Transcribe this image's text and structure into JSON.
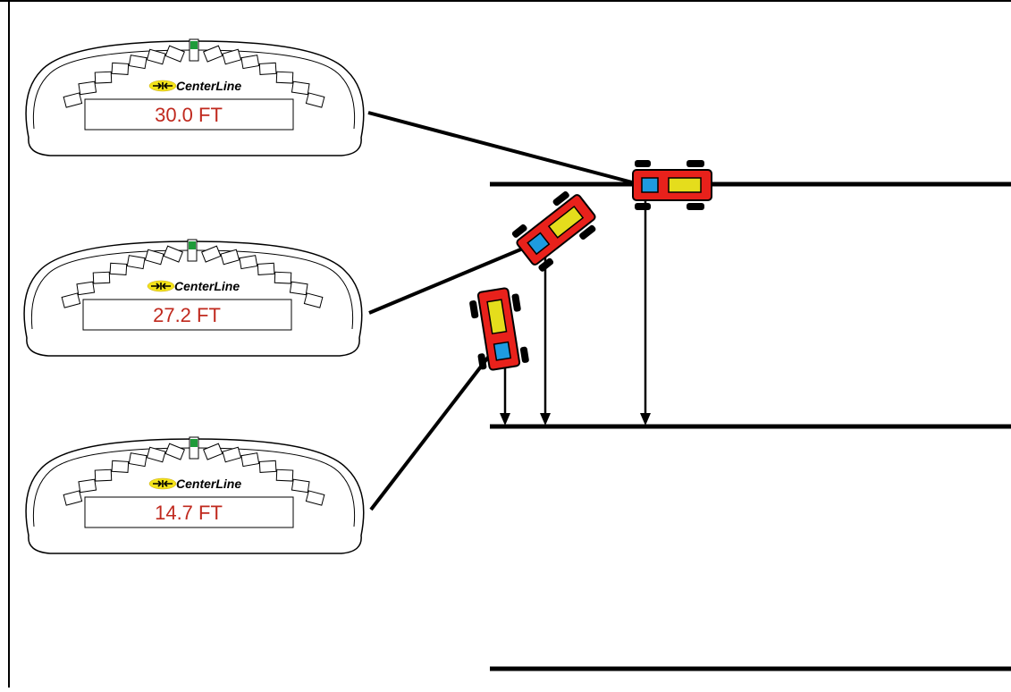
{
  "colors": {
    "line": "#000000",
    "tractor_body": "#e8211b",
    "tractor_rear_window": "#1e9be0",
    "tractor_front_window": "#e5dd1c",
    "readout_text": "#c0291e",
    "led_on": "#1f9b3a",
    "logo_badge": "#f2e21a"
  },
  "displays": [
    {
      "brand": "CenterLine",
      "brand_icon": "centerline-arrows-icon",
      "readout": "30.0 FT",
      "active_led_index": 7,
      "led_count": 15
    },
    {
      "brand": "CenterLine",
      "brand_icon": "centerline-arrows-icon",
      "readout": "27.2 FT",
      "active_led_index": 7,
      "led_count": 15
    },
    {
      "brand": "CenterLine",
      "brand_icon": "centerline-arrows-icon",
      "readout": "14.7 FT",
      "active_led_index": 7,
      "led_count": 15
    }
  ],
  "tractors": [
    {
      "id": "tractor-1",
      "icon": "tractor-icon"
    },
    {
      "id": "tractor-2",
      "icon": "tractor-icon"
    },
    {
      "id": "tractor-3",
      "icon": "tractor-icon"
    }
  ]
}
